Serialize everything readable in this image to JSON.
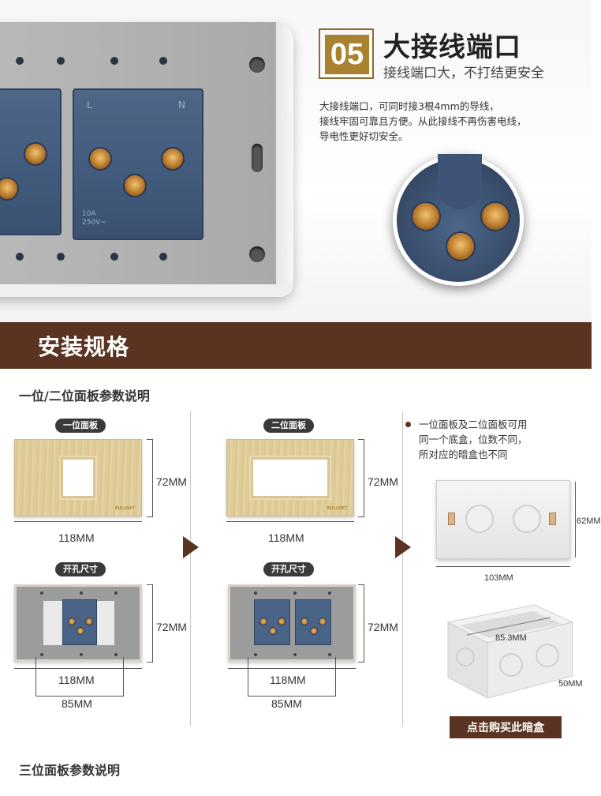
{
  "feature": {
    "number": "05",
    "title": "大接线端口",
    "subtitle": "接线端口大，不打结更安全",
    "body_lines": [
      "大接线端口，可同时接3根4mm的导线，",
      "接线牢固可靠且方便。从此接线不再伤害电线，",
      "导电性更好切安全。"
    ],
    "module_labels": {
      "live": "L",
      "neutral": "N",
      "rating_amp": "10A",
      "rating_volt": "250V~"
    }
  },
  "section": {
    "title": "安装规格",
    "subtitle_1": "一位/二位面板参数说明",
    "subtitle_2": "三位面板参数说明"
  },
  "single_panel": {
    "label": "一位面板",
    "width": "118MM",
    "height": "72MM",
    "brand": "BULLNET"
  },
  "double_panel": {
    "label": "二位面板",
    "width": "118MM",
    "height": "72MM",
    "brand": "BULLNET"
  },
  "single_cutout": {
    "label": "开孔尺寸",
    "width": "118MM",
    "height": "72MM",
    "hole_spacing": "85MM"
  },
  "double_cutout": {
    "label": "开孔尺寸",
    "width": "118MM",
    "height": "72MM",
    "hole_spacing": "85MM"
  },
  "back_box": {
    "note_lines": [
      "一位面板及二位面板可用",
      "同一个底盒，位数不同，",
      "所对应的暗盒也不同"
    ],
    "front_width": "103MM",
    "front_height": "62MM",
    "inner_spacing": "85.3MM",
    "depth": "50MM",
    "buy_button": "点击购买此暗盒"
  },
  "colors": {
    "brand_brown": "#5a3420",
    "badge_gold": "#a9822f",
    "module_blue": "#4a6488"
  }
}
